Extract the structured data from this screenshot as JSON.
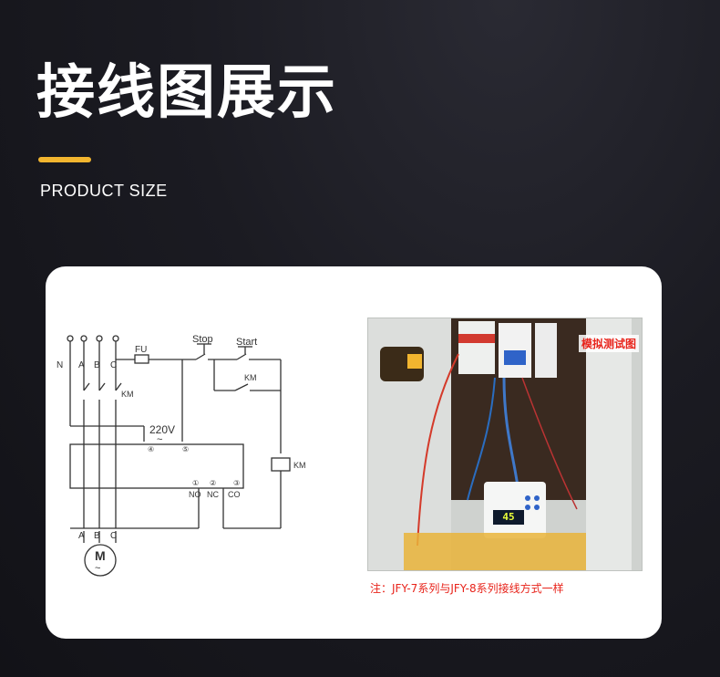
{
  "header": {
    "title": "接线图展示",
    "subtitle": "PRODUCT SIZE",
    "accent_color": "#f2b52f"
  },
  "schematic": {
    "terminals_top": [
      "N",
      "A",
      "B",
      "C"
    ],
    "terminals_bottom": [
      "A",
      "B",
      "C"
    ],
    "fuse": "FU",
    "stop": "Stop",
    "start": "Start",
    "contactor": "KM",
    "contactor_aux": "KM",
    "contactor_main": "KM",
    "coil": "KM",
    "supply": "220V",
    "supply_symbol": "~",
    "pin_4": "④",
    "pin_5": "⑤",
    "pin_1": "①",
    "pin_2": "②",
    "pin_3": "③",
    "contacts": [
      "NO",
      "NC",
      "CO"
    ],
    "motor": "M",
    "motor_symbol": "~"
  },
  "photo": {
    "label": "模拟测试图",
    "display_reading": "45"
  },
  "note": "注：JFY-7系列与JFY-8系列接线方式一样"
}
